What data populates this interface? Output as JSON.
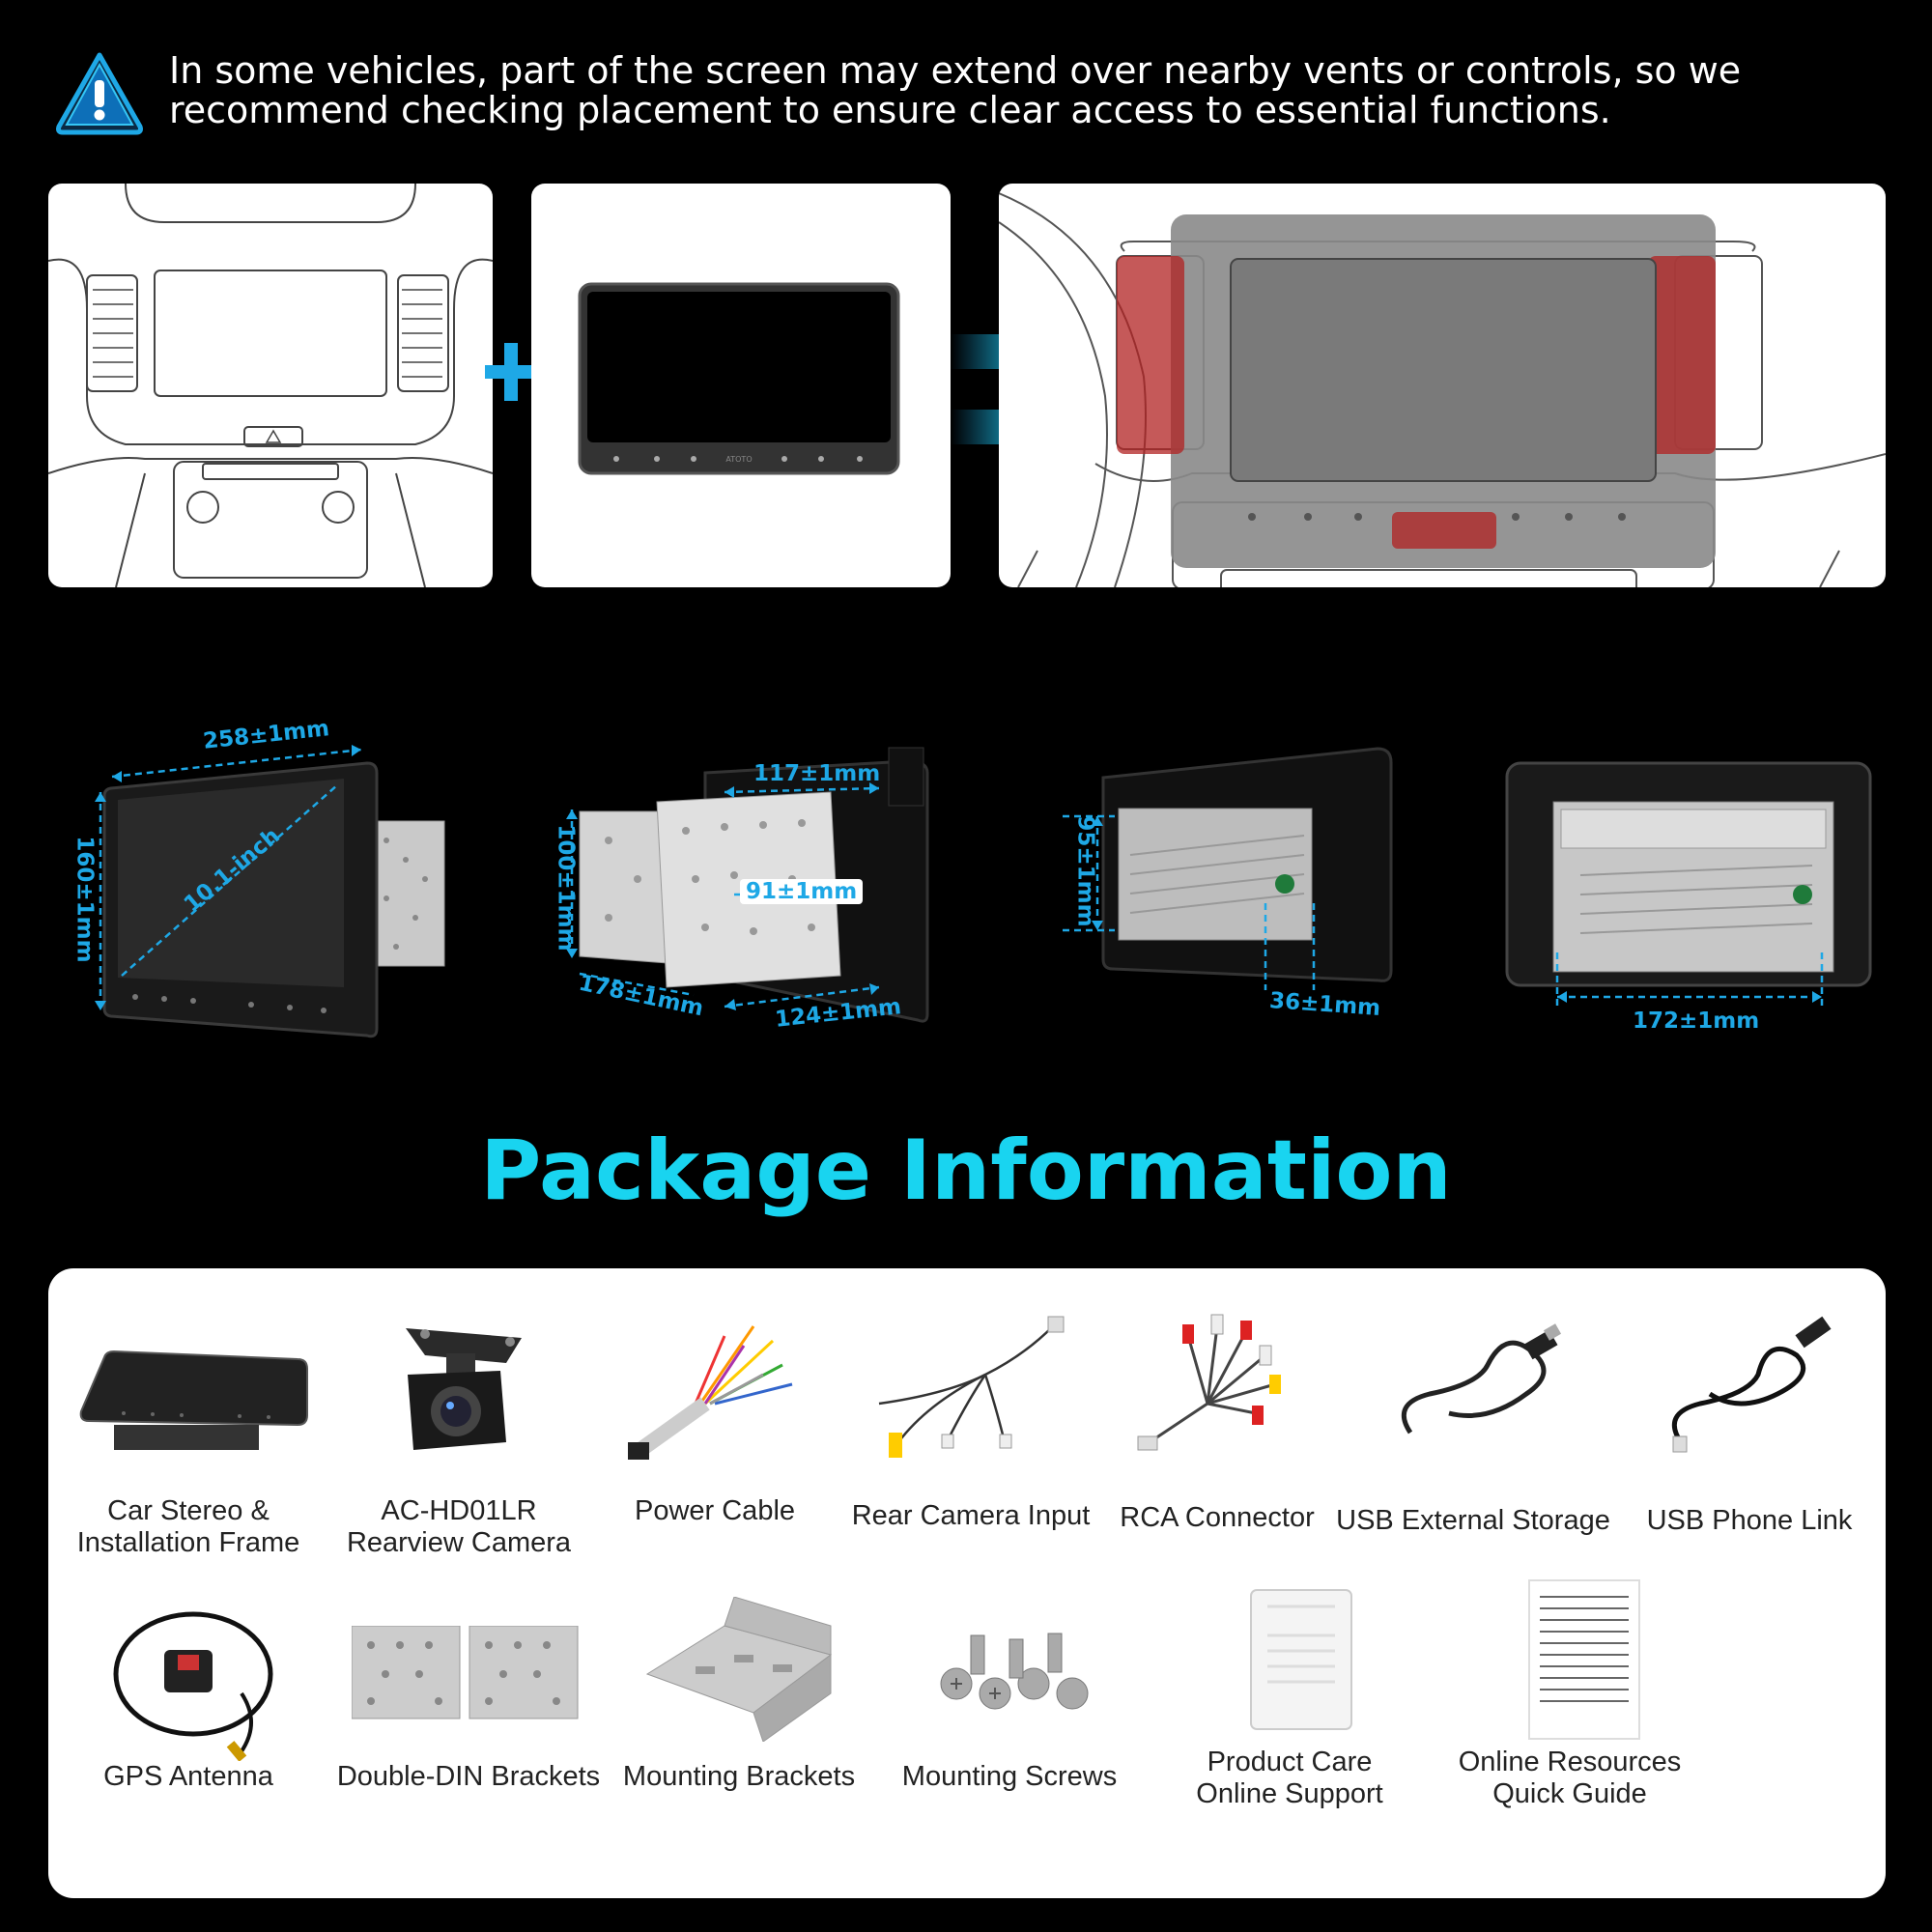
{
  "warning": {
    "icon": "warning-icon",
    "text": "In some vehicles, part of the screen may extend over nearby vents or controls, so we recommend checking placement to ensure clear access to essential functions."
  },
  "stereo_brand": "ATOTO",
  "dimensions": {
    "width": "258±1mm",
    "height": "160±1mm",
    "diagonal": "10.1-inch",
    "bracket_width": "117±1mm",
    "bracket_height": "100±1mm",
    "inner_width": "91±1mm",
    "depth": "178±1mm",
    "body_width": "124±1mm",
    "chassis_height": "95±1mm",
    "offset": "36±1mm",
    "chassis_width": "172±1mm"
  },
  "package": {
    "title": "Package Information",
    "items": [
      {
        "line1": "Car Stereo &",
        "line2": "Installation Frame"
      },
      {
        "line1": "AC-HD01LR",
        "line2": "Rearview Camera"
      },
      {
        "line1": "Power Cable",
        "line2": ""
      },
      {
        "line1": "Rear Camera Input",
        "line2": ""
      },
      {
        "line1": "RCA Connector",
        "line2": ""
      },
      {
        "line1": "USB External Storage",
        "line2": ""
      },
      {
        "line1": "USB Phone Link",
        "line2": ""
      },
      {
        "line1": "GPS Antenna",
        "line2": ""
      },
      {
        "line1": "Double-DIN Brackets",
        "line2": ""
      },
      {
        "line1": "Mounting Brackets",
        "line2": ""
      },
      {
        "line1": "Mounting Screws",
        "line2": ""
      },
      {
        "line1": "Product Care",
        "line2": "Online Support"
      },
      {
        "line1": "Online Resources",
        "line2": "Quick Guide"
      }
    ]
  },
  "colors": {
    "accent": "#1ea8e6",
    "title": "#19d4f0",
    "vent_overlay": "#b22222"
  }
}
